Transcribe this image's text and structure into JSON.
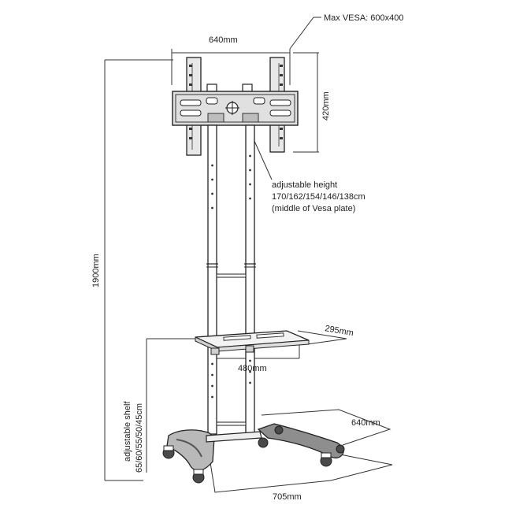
{
  "labels": {
    "vesa": "Max VESA: 600x400",
    "bracket_width": "640mm",
    "bracket_height": "420mm",
    "adj_height_title": "adjustable height",
    "adj_height_values": "170/162/154/146/138cm",
    "adj_height_note": "(middle of Vesa plate)",
    "total_height": "1900mm",
    "shelf_depth": "295mm",
    "shelf_width": "480mm",
    "shelf_adj_title": "adjustable shelf",
    "shelf_adj_values": "65/60/55/50/45cm",
    "base_depth": "640mm",
    "base_width": "705mm"
  },
  "colors": {
    "line": "#333333",
    "fill_light": "#e8e8e8",
    "fill_mid": "#9a9a9a",
    "fill_dark": "#4a4a4a"
  }
}
